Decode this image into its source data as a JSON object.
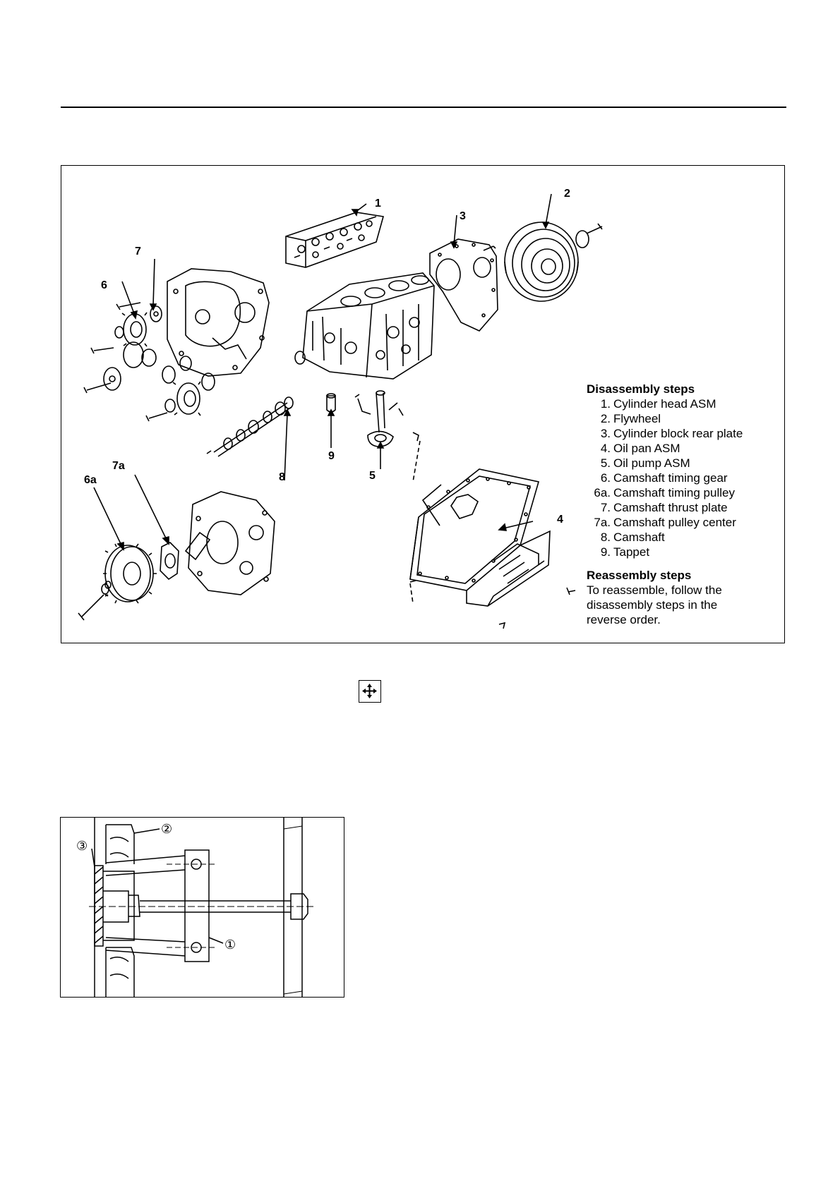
{
  "main_figure": {
    "callouts": [
      "1",
      "2",
      "3",
      "4",
      "5",
      "6",
      "6a",
      "7",
      "7a",
      "8",
      "9"
    ],
    "disassembly": {
      "heading": "Disassembly steps",
      "steps": [
        {
          "num": "1.",
          "label": "Cylinder head ASM"
        },
        {
          "num": "2.",
          "label": "Flywheel"
        },
        {
          "num": "3.",
          "label": "Cylinder block rear plate"
        },
        {
          "num": "4.",
          "label": "Oil pan ASM"
        },
        {
          "num": "5.",
          "label": "Oil pump ASM"
        },
        {
          "num": "6.",
          "label": "Camshaft timing gear"
        },
        {
          "num": "6a.",
          "label": "Camshaft timing pulley"
        },
        {
          "num": "7.",
          "label": "Camshaft thrust plate"
        },
        {
          "num": "7a.",
          "label": "Camshaft pulley center"
        },
        {
          "num": "8.",
          "label": "Camshaft"
        },
        {
          "num": "9.",
          "label": "Tappet"
        }
      ]
    },
    "reassembly": {
      "heading": "Reassembly steps",
      "lines": [
        "To reassemble, follow the",
        "disassembly steps in the",
        "reverse order."
      ]
    }
  },
  "move_icon": "move-arrows-icon",
  "small_figure": {
    "callouts": [
      "②",
      "③",
      "①"
    ]
  }
}
